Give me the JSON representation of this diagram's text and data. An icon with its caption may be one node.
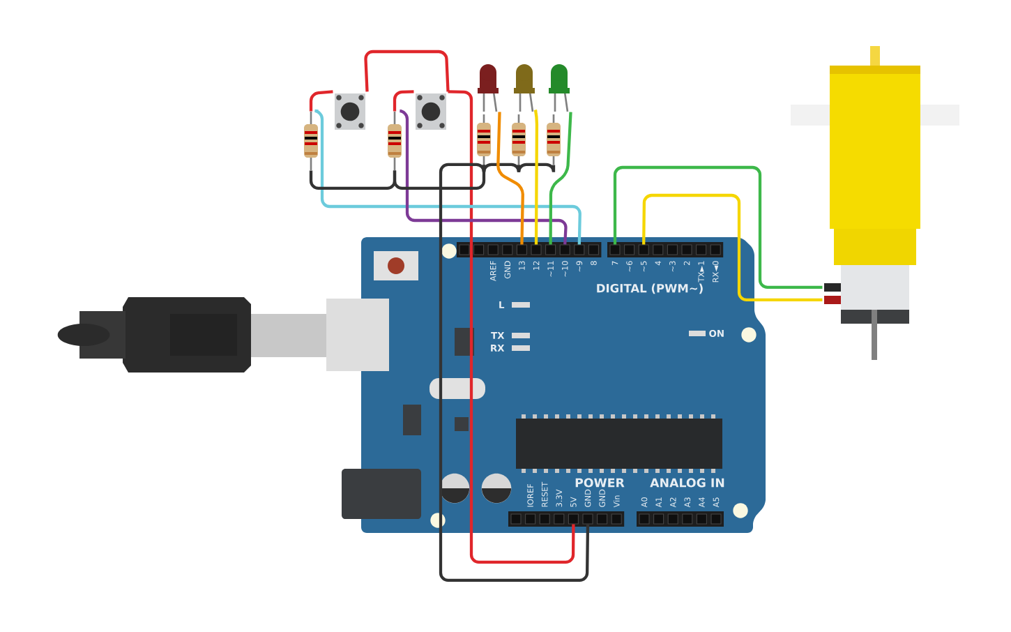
{
  "diagram": {
    "nodes": [
      {
        "text": [],
        "shape": "picture"
      },
      {
        "text": [],
        "shape": "picture"
      },
      {
        "text": [],
        "shape": "picture"
      },
      {
        "text": [],
        "shape": "picture"
      },
      {
        "text": [],
        "shape": "picture"
      },
      {
        "text": [],
        "shape": "picture"
      },
      {
        "text": [],
        "shape": "picture"
      },
      {
        "text": [],
        "shape": "picture"
      },
      {
        "text": [],
        "shape": "picture"
      },
      {
        "text": [],
        "shape": "picture"
      },
      {
        "text": [],
        "shape": "picture"
      },
      {
        "text": [
          "DIGITAL (PWM~)",
          "L",
          "TX",
          "RX",
          "ON",
          "POWER",
          "ANALOG IN"
        ]
      },
      {
        "text": [],
        "shape": "box",
        "in": 11
      },
      {
        "text": [],
        "shape": "box",
        "in": 11
      },
      {
        "text": [],
        "shape": "box",
        "in": 11,
        "beside": [
          "AREF"
        ]
      },
      {
        "text": [],
        "shape": "box",
        "in": 11,
        "beside": [
          "GND"
        ]
      },
      {
        "text": [],
        "shape": "box",
        "in": 11,
        "beside": [
          "13"
        ]
      },
      {
        "text": [],
        "shape": "box",
        "in": 11,
        "beside": [
          "12"
        ]
      },
      {
        "text": [],
        "shape": "box",
        "in": 11,
        "beside": [
          "~11"
        ]
      },
      {
        "text": [],
        "shape": "box",
        "in": 11,
        "beside": [
          "~10"
        ]
      },
      {
        "text": [],
        "shape": "box",
        "in": 11,
        "beside": [
          "~9"
        ]
      },
      {
        "text": [],
        "shape": "box",
        "in": 11,
        "beside": [
          "8"
        ]
      },
      {
        "text": [],
        "shape": "box",
        "in": 11,
        "beside": [
          "7"
        ]
      },
      {
        "text": [],
        "shape": "box",
        "in": 11,
        "beside": [
          "~6"
        ]
      },
      {
        "text": [],
        "shape": "box",
        "in": 11,
        "beside": [
          "~5"
        ]
      },
      {
        "text": [],
        "shape": "box",
        "in": 11,
        "beside": [
          "4"
        ]
      },
      {
        "text": [],
        "shape": "box",
        "in": 11,
        "beside": [
          "~3"
        ]
      },
      {
        "text": [],
        "shape": "box",
        "in": 11,
        "beside": [
          "2"
        ]
      },
      {
        "text": [],
        "shape": "box",
        "in": 11,
        "beside": [
          "TX►1"
        ]
      },
      {
        "text": [],
        "shape": "box",
        "in": 11,
        "beside": [
          "RX◄0"
        ]
      },
      {
        "text": [],
        "shape": "box",
        "in": 11
      },
      {
        "text": [],
        "shape": "box",
        "in": 11,
        "beside": [
          "IOREF"
        ]
      },
      {
        "text": [],
        "shape": "box",
        "in": 11,
        "beside": [
          "RESET"
        ]
      },
      {
        "text": [],
        "shape": "box",
        "in": 11,
        "beside": [
          "3.3V"
        ]
      },
      {
        "text": [],
        "shape": "box",
        "in": 11,
        "beside": [
          "5V"
        ]
      },
      {
        "text": [],
        "shape": "box",
        "in": 11,
        "beside": [
          "GND"
        ]
      },
      {
        "text": [],
        "shape": "box",
        "in": 11,
        "beside": [
          "GND"
        ]
      },
      {
        "text": [],
        "shape": "box",
        "in": 11,
        "beside": [
          "Vin"
        ]
      },
      {
        "text": [],
        "shape": "box",
        "in": 11,
        "beside": [
          "A0"
        ]
      },
      {
        "text": [],
        "shape": "box",
        "in": 11,
        "beside": [
          "A1"
        ]
      },
      {
        "text": [],
        "shape": "box",
        "in": 11,
        "beside": [
          "A2"
        ]
      },
      {
        "text": [],
        "shape": "box",
        "in": 11,
        "beside": [
          "A3"
        ]
      },
      {
        "text": [],
        "shape": "box",
        "in": 11,
        "beside": [
          "A4"
        ]
      },
      {
        "text": [],
        "shape": "box",
        "in": 11,
        "beside": [
          "A5"
        ]
      }
    ],
    "edges": [
      {
        "from": 5,
        "to": 0,
        "arrow": "none",
        "color": "#e0262b"
      },
      {
        "from": 0,
        "to": 1,
        "arrow": "none",
        "color": "#e0262b"
      },
      {
        "from": 6,
        "to": 1,
        "arrow": "none",
        "color": "#e0262b"
      },
      {
        "from": 1,
        "to": 34,
        "arrow": "none",
        "color": "#e0262b"
      },
      {
        "from": 5,
        "to": 20,
        "arrow": "none",
        "color": "#6ccbdc"
      },
      {
        "from": 6,
        "to": 19,
        "arrow": "none",
        "color": "#7d3a96"
      },
      {
        "from": 5,
        "to": 6,
        "arrow": "none",
        "color": "#333333"
      },
      {
        "from": 6,
        "to": 7,
        "arrow": "none",
        "color": "#333333"
      },
      {
        "from": 7,
        "to": 8,
        "arrow": "none",
        "color": "#333333"
      },
      {
        "from": 8,
        "to": 9,
        "arrow": "none",
        "color": "#333333"
      },
      {
        "from": 7,
        "to": 35,
        "arrow": "none",
        "color": "#333333"
      },
      {
        "from": 2,
        "to": 16,
        "arrow": "none",
        "color": "#f08c00"
      },
      {
        "from": 3,
        "to": 17,
        "arrow": "none",
        "color": "#f5d600"
      },
      {
        "from": 4,
        "to": 18,
        "arrow": "none",
        "color": "#3db84a"
      },
      {
        "from": 22,
        "to": 10,
        "arrow": "none",
        "color": "#3db84a"
      },
      {
        "from": 24,
        "to": 10,
        "arrow": "none",
        "color": "#f5d600"
      }
    ]
  }
}
